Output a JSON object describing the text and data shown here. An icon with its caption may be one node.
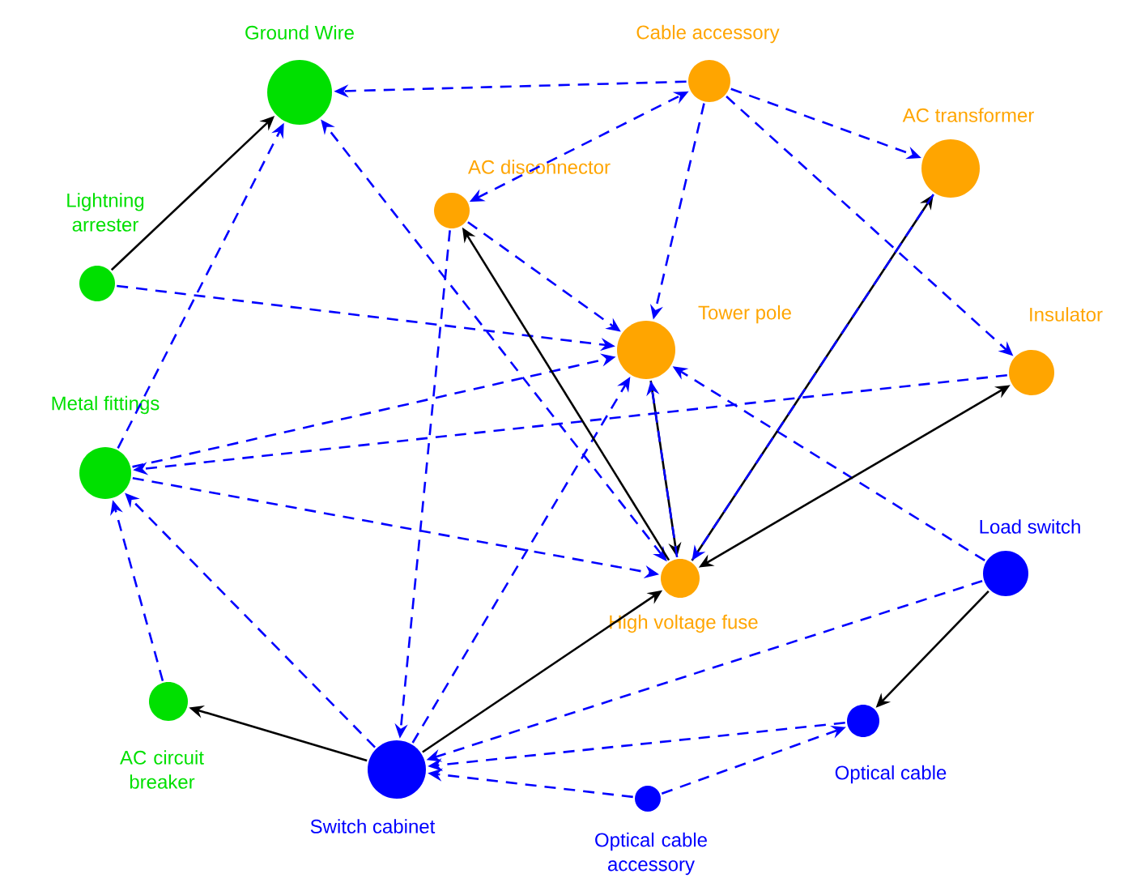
{
  "diagram": {
    "nodes": [
      {
        "text": [
          "Ground Wire"
        ]
      },
      {
        "text": [
          "Cable accessory"
        ]
      },
      {
        "text": [
          "AC transformer"
        ]
      },
      {
        "text": [
          "Lightning arrester"
        ]
      },
      {
        "text": [
          "AC disconnector"
        ]
      },
      {
        "text": [
          "Tower pole"
        ]
      },
      {
        "text": [
          "Insulator"
        ]
      },
      {
        "text": [
          "Metal fittings"
        ]
      },
      {
        "text": [
          "Load switch"
        ]
      },
      {
        "text": [
          "High voltage fuse"
        ]
      },
      {
        "text": [
          "AC circuit breaker"
        ]
      },
      {
        "text": [
          "Optical cable"
        ]
      },
      {
        "text": [
          "Switch cabinet"
        ]
      },
      {
        "text": [
          "Optical cable accessory"
        ]
      }
    ],
    "edges": [
      {
        "from": 3,
        "to": 0,
        "arrow": "to",
        "color": "#000000"
      },
      {
        "from": 1,
        "to": 0,
        "arrow": "to",
        "style": "dashed"
      },
      {
        "from": 7,
        "to": 0,
        "arrow": "to",
        "style": "dashed"
      },
      {
        "from": 9,
        "to": 0,
        "arrow": "both",
        "style": "dashed"
      },
      {
        "from": 1,
        "to": 2,
        "arrow": "to",
        "style": "dashed"
      },
      {
        "from": 1,
        "to": 5,
        "arrow": "to",
        "style": "dashed"
      },
      {
        "from": 1,
        "to": 6,
        "arrow": "to",
        "style": "dashed"
      },
      {
        "from": 4,
        "to": 1,
        "arrow": "both",
        "style": "dashed"
      },
      {
        "from": 3,
        "to": 5,
        "arrow": "to",
        "style": "dashed"
      },
      {
        "from": 4,
        "to": 5,
        "arrow": "to",
        "style": "dashed"
      },
      {
        "from": 7,
        "to": 5,
        "arrow": "to",
        "style": "dashed"
      },
      {
        "from": 6,
        "to": 7,
        "arrow": "to",
        "style": "dashed"
      },
      {
        "from": 7,
        "to": 9,
        "arrow": "to",
        "style": "dashed"
      },
      {
        "from": 12,
        "to": 7,
        "arrow": "to",
        "style": "dashed"
      },
      {
        "from": 10,
        "to": 7,
        "arrow": "to",
        "style": "dashed"
      },
      {
        "from": 12,
        "to": 10,
        "arrow": "to",
        "color": "#000000"
      },
      {
        "from": 4,
        "to": 12,
        "arrow": "to",
        "style": "dashed"
      },
      {
        "from": 12,
        "to": 5,
        "arrow": "to",
        "style": "dashed"
      },
      {
        "from": 12,
        "to": 9,
        "arrow": "to",
        "color": "#000000"
      },
      {
        "from": 8,
        "to": 5,
        "arrow": "to",
        "style": "dashed"
      },
      {
        "from": 8,
        "to": 12,
        "arrow": "to",
        "style": "dashed"
      },
      {
        "from": 8,
        "to": 11,
        "arrow": "to",
        "color": "#000000"
      },
      {
        "from": 11,
        "to": 12,
        "arrow": "to",
        "style": "dashed"
      },
      {
        "from": 13,
        "to": 12,
        "arrow": "to",
        "style": "dashed"
      },
      {
        "from": 13,
        "to": 11,
        "arrow": "to",
        "style": "dashed"
      },
      {
        "from": 9,
        "to": 4,
        "arrow": "to",
        "color": "#000000"
      },
      {
        "from": 5,
        "to": 9,
        "arrow": "to",
        "color": "#000000"
      },
      {
        "from": 9,
        "to": 5,
        "arrow": "to",
        "style": "dashed"
      },
      {
        "from": 9,
        "to": 2,
        "arrow": "to",
        "color": "#000000"
      },
      {
        "from": 2,
        "to": 9,
        "arrow": "to",
        "style": "dashed"
      },
      {
        "from": 9,
        "to": 6,
        "arrow": "both",
        "color": "#000000"
      }
    ]
  }
}
